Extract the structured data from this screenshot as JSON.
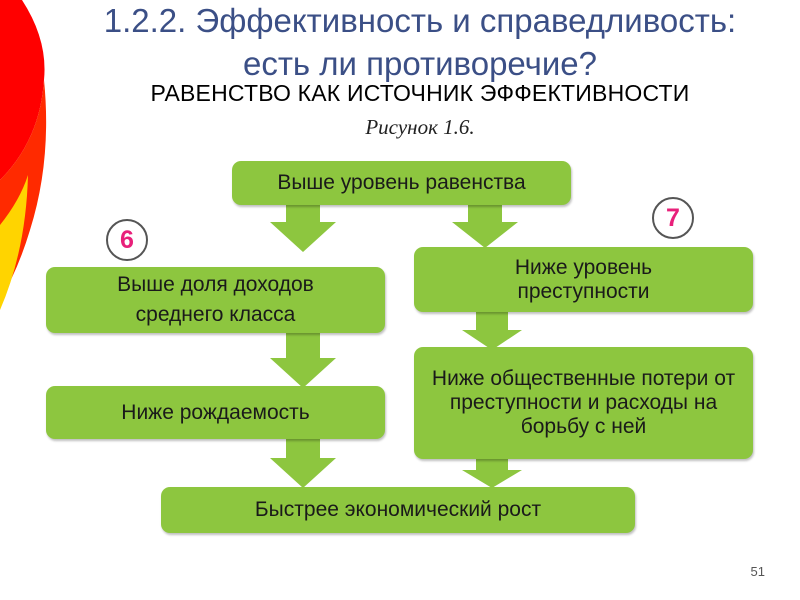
{
  "slide": {
    "title_line1": "1.2.2. Эффективность и справедливость:",
    "title_line2": "есть ли противоречие?",
    "subtitle": "РАВЕНСТВО КАК ИСТОЧНИК ЭФФЕКТИВНОСТИ",
    "figure_caption": "Рисунок 1.6.",
    "page_number": "51"
  },
  "diagram": {
    "top_box": "Выше уровень равенства",
    "left_box1": "Выше доля доходов среднего класса",
    "left_box2": "Ниже рождаемость",
    "right_box1": "Ниже уровень преступности",
    "right_box2": "Ниже общественные потери от преступности и расходы на борьбу с ней",
    "bottom_box": "Быстрее экономический рост",
    "label_left": "6",
    "label_right": "7"
  },
  "colors": {
    "title": "#3b4f86",
    "box_fill": "#8dc63f",
    "number_text": "#e8207a",
    "decor_red": "#ff0000",
    "decor_yellow": "#ffd400"
  }
}
